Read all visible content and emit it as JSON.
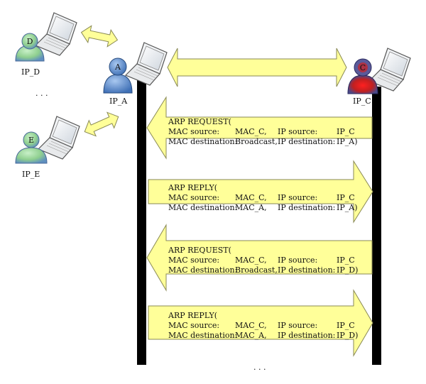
{
  "nodes": {
    "d": {
      "letter": "D",
      "label": "IP_D"
    },
    "a": {
      "letter": "A",
      "label": "IP_A"
    },
    "c": {
      "letter": "C",
      "label": "IP_C"
    },
    "e": {
      "letter": "E",
      "label": "IP_E"
    }
  },
  "ellipsis_left": ". . .",
  "ellipsis_bottom": ". . .",
  "messages": [
    {
      "title": "ARP REQUEST(",
      "row1": {
        "k1": "MAC source:",
        "v1": "MAC_C,",
        "k2": "IP source:",
        "v2": "IP_C"
      },
      "row2": {
        "k1": "MAC destination:",
        "v1": "Broadcast,",
        "k2": "IP destination:",
        "v2": "IP_A)"
      }
    },
    {
      "title": "ARP REPLY(",
      "row1": {
        "k1": "MAC source:",
        "v1": "MAC_C,",
        "k2": "IP source:",
        "v2": "IP_C"
      },
      "row2": {
        "k1": "MAC destination:",
        "v1": "MAC_A,",
        "k2": "IP destination:",
        "v2": "IP_A)"
      }
    },
    {
      "title": "ARP REQUEST(",
      "row1": {
        "k1": "MAC source:",
        "v1": "MAC_C,",
        "k2": "IP source:",
        "v2": "IP_C"
      },
      "row2": {
        "k1": "MAC destination:",
        "v1": "Broadcast,",
        "k2": "IP destination:",
        "v2": "IP_D)"
      }
    },
    {
      "title": "ARP REPLY(",
      "row1": {
        "k1": "MAC source:",
        "v1": "MAC_C,",
        "k2": "IP source:",
        "v2": "IP_C"
      },
      "row2": {
        "k1": "MAC destination:",
        "v1": "MAC_A,",
        "k2": "IP destination:",
        "v2": "IP_D)"
      }
    }
  ],
  "colors": {
    "arrow_fill": "#ffff99",
    "arrow_stroke": "#8a8a55",
    "lifeline": "#000000",
    "user_a": "#5b8fd0",
    "user_c": "#d02020",
    "user_d": "#7ec87e",
    "user_e": "#7ec87e"
  }
}
